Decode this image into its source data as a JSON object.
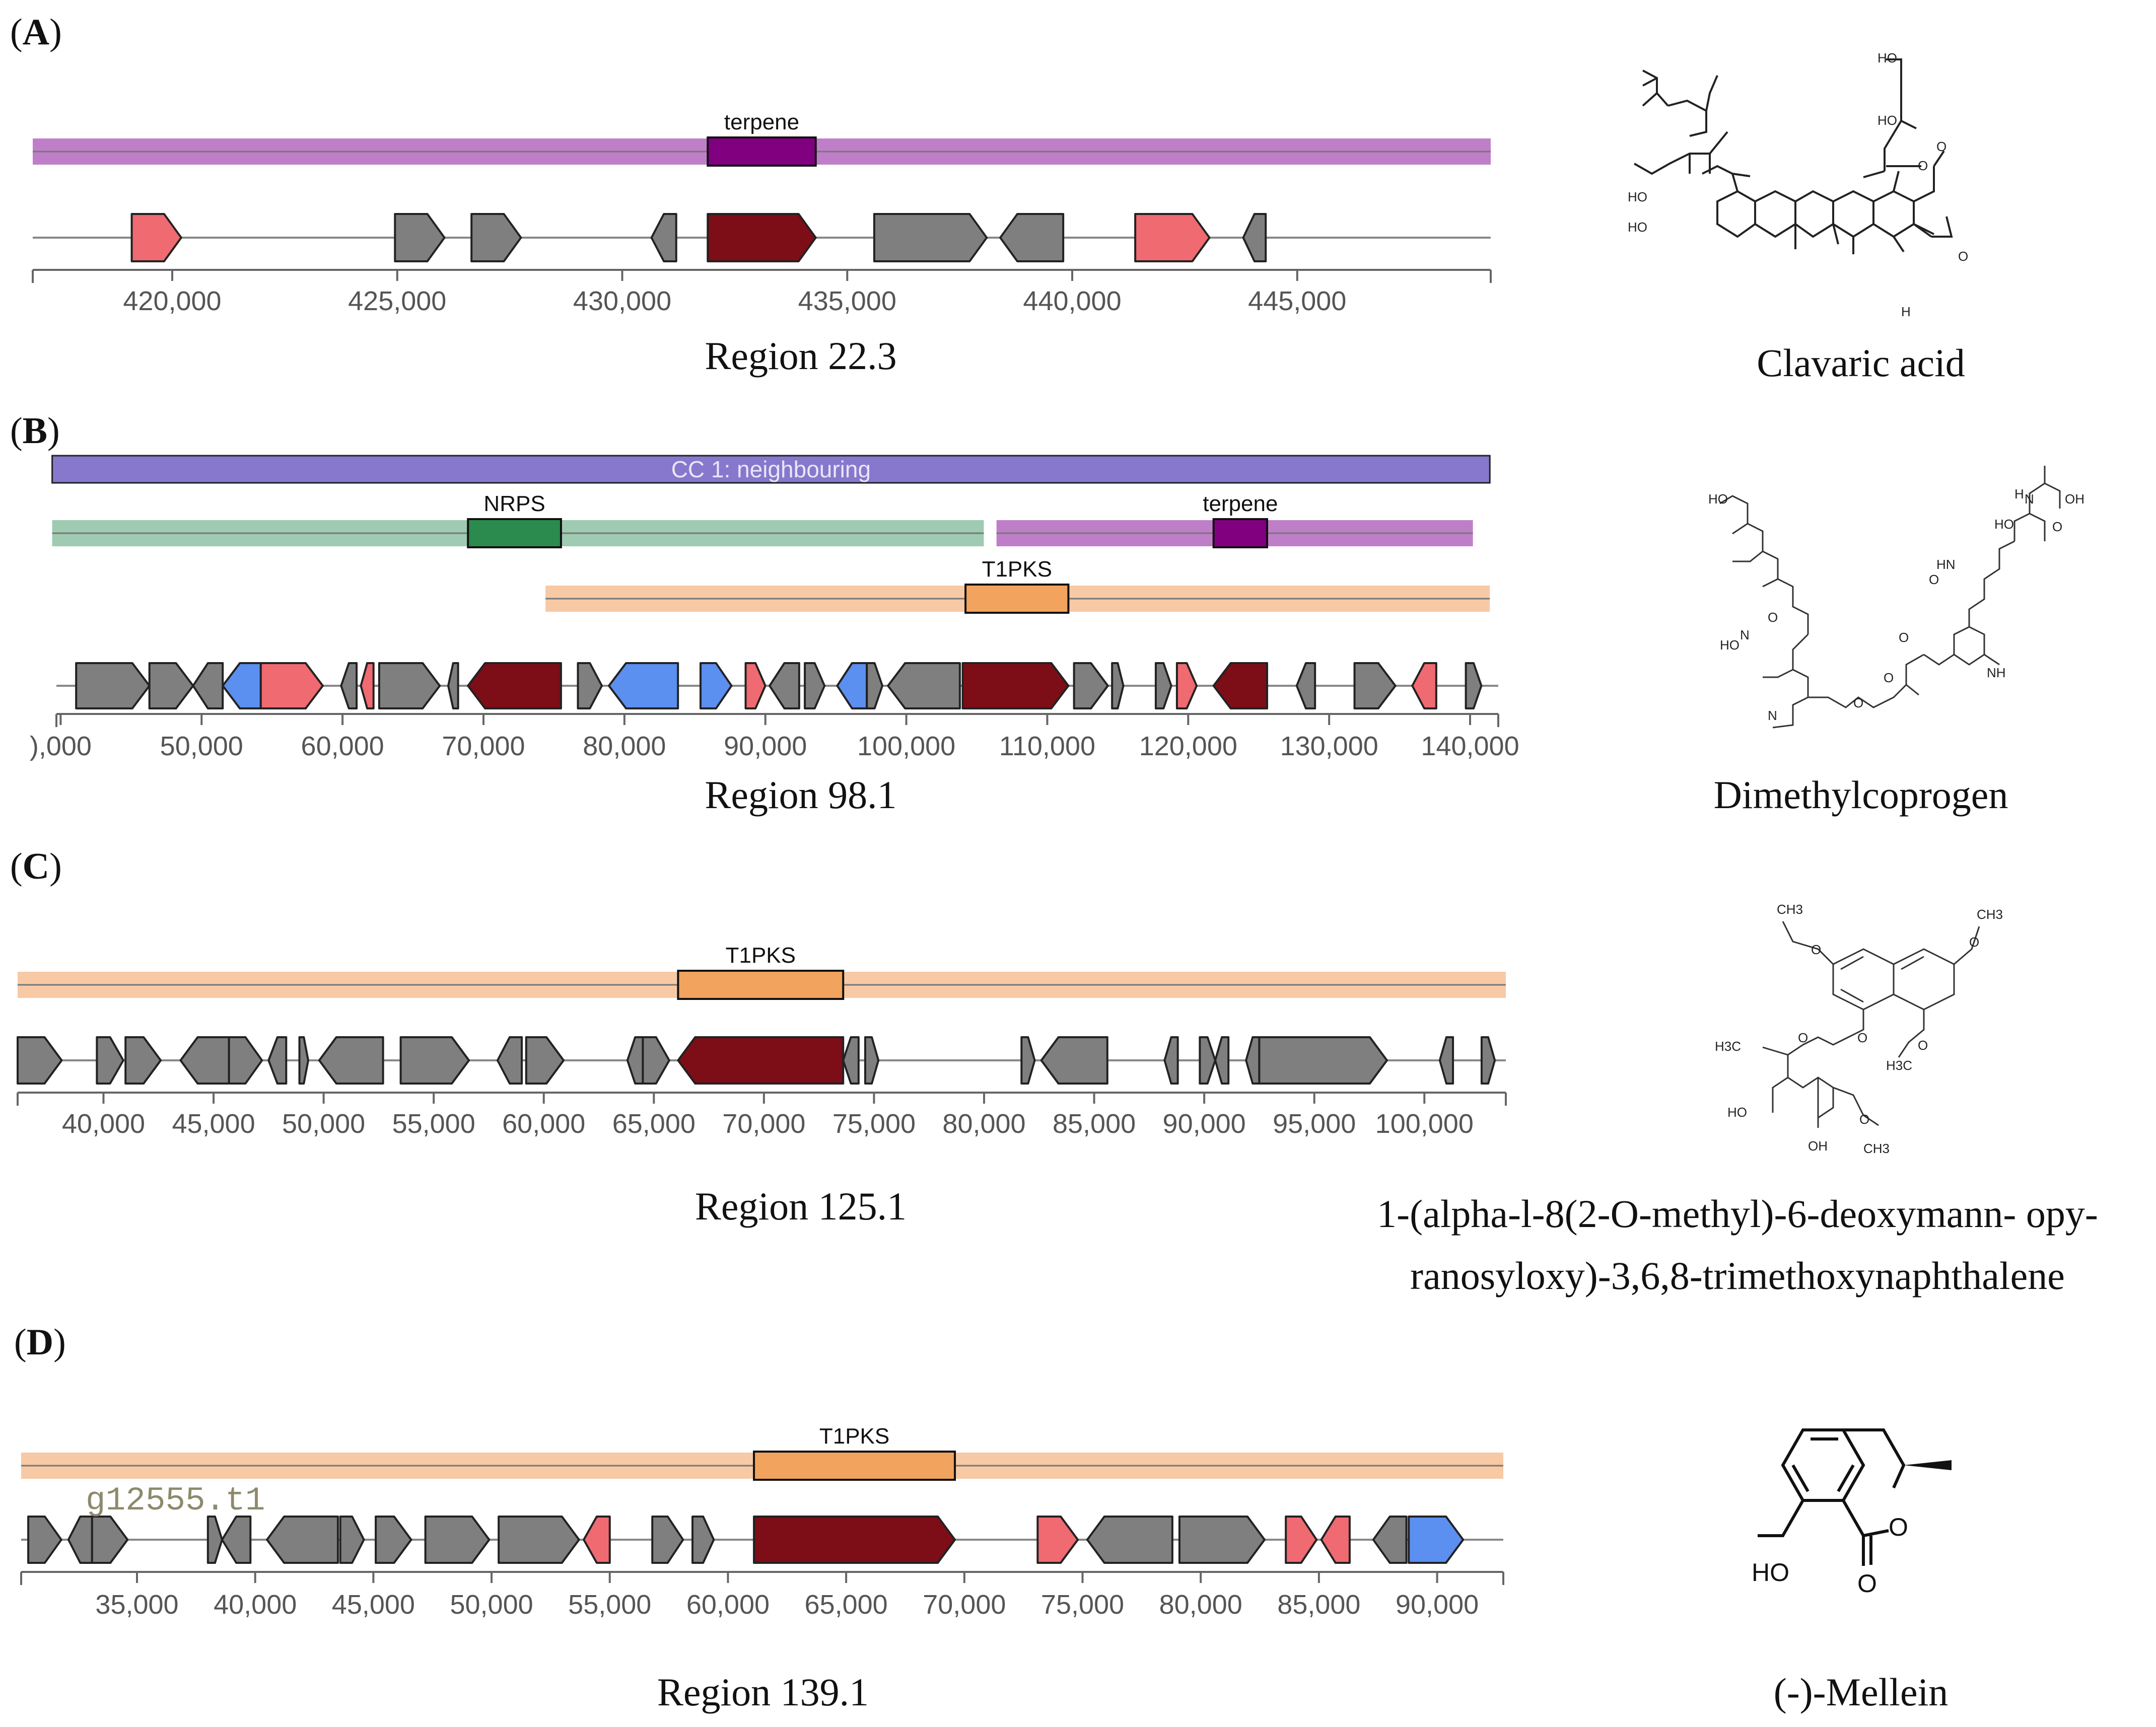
{
  "colors": {
    "core": "#7d0d17",
    "additional": "#f06a71",
    "transport": "#5b8ff0",
    "other": "#7f7f7f",
    "terpene_band": "#bf7fc8",
    "terpene_box": "#800080",
    "nrps_band": "#9ecbb1",
    "nrps_box": "#2b8a4e",
    "t1pks_band": "#f7c9a5",
    "t1pks_box": "#f2a35e",
    "cc_band": "#8778cd"
  },
  "panels": [
    {
      "id": "A",
      "label_open": "(",
      "letter": "A",
      "label_close": ")",
      "region_label": "Region 22.3",
      "compound_name": "Clavaric acid",
      "axis": {
        "domain": [
          416900,
          449300
        ],
        "ticks": [
          420000,
          425000,
          430000,
          435000,
          440000,
          445000
        ],
        "tick_labels": [
          "420,000",
          "425,000",
          "430,000",
          "435,000",
          "440,000",
          "445,000"
        ]
      },
      "protoclusters": [
        {
          "type": "terpene",
          "label": "terpene",
          "start": 416900,
          "end": 449300,
          "core_start": 431900,
          "core_end": 434300
        }
      ],
      "genes": [
        {
          "start": 419100,
          "end": 420200,
          "strand": 1,
          "kind": "additional"
        },
        {
          "start": 424950,
          "end": 426050,
          "strand": 1,
          "kind": "other"
        },
        {
          "start": 426650,
          "end": 427750,
          "strand": 1,
          "kind": "other"
        },
        {
          "start": 430650,
          "end": 431200,
          "strand": -1,
          "kind": "other"
        },
        {
          "start": 431900,
          "end": 434300,
          "strand": 1,
          "kind": "core"
        },
        {
          "start": 435600,
          "end": 438100,
          "strand": 1,
          "kind": "other"
        },
        {
          "start": 438400,
          "end": 439800,
          "strand": -1,
          "kind": "other"
        },
        {
          "start": 441400,
          "end": 443050,
          "strand": 1,
          "kind": "additional"
        },
        {
          "start": 443800,
          "end": 444300,
          "strand": -1,
          "kind": "other"
        }
      ]
    },
    {
      "id": "B",
      "label_open": "(",
      "letter": "B",
      "label_close": ")",
      "region_label": "Region 98.1",
      "compound_name": "Dimethylcoprogen",
      "axis": {
        "domain": [
          39700,
          142000
        ],
        "ticks": [
          40000,
          50000,
          60000,
          70000,
          80000,
          90000,
          100000,
          110000,
          120000,
          130000,
          140000
        ],
        "tick_labels": [
          "),000",
          "50,000",
          "60,000",
          "70,000",
          "80,000",
          "90,000",
          "100,000",
          "110,000",
          "120,000",
          "130,000",
          "140,000"
        ]
      },
      "candidate_cluster": {
        "label": "CC 1: neighbouring",
        "start": 39400,
        "end": 141400
      },
      "protoclusters": [
        {
          "type": "nrps",
          "label": "NRPS",
          "start": 39400,
          "end": 105500,
          "core_start": 68900,
          "core_end": 75500
        },
        {
          "type": "terpene",
          "label": "terpene",
          "start": 106400,
          "end": 140200,
          "core_start": 121800,
          "core_end": 125600
        },
        {
          "type": "t1pks",
          "label": "T1PKS",
          "start": 74400,
          "end": 141400,
          "core_start": 104200,
          "core_end": 111500
        }
      ],
      "genes": [
        {
          "start": 41100,
          "end": 46300,
          "strand": 1,
          "kind": "other"
        },
        {
          "start": 46300,
          "end": 49400,
          "strand": 1,
          "kind": "other"
        },
        {
          "start": 49400,
          "end": 51500,
          "strand": -1,
          "kind": "other"
        },
        {
          "start": 51500,
          "end": 54200,
          "strand": -1,
          "kind": "transport"
        },
        {
          "start": 54200,
          "end": 58600,
          "strand": 1,
          "kind": "additional"
        },
        {
          "start": 59900,
          "end": 61000,
          "strand": -1,
          "kind": "other"
        },
        {
          "start": 61300,
          "end": 62200,
          "strand": -1,
          "kind": "additional"
        },
        {
          "start": 62600,
          "end": 66900,
          "strand": 1,
          "kind": "other"
        },
        {
          "start": 67500,
          "end": 68200,
          "strand": -1,
          "kind": "other"
        },
        {
          "start": 68900,
          "end": 75500,
          "strand": -1,
          "kind": "core"
        },
        {
          "start": 76700,
          "end": 78400,
          "strand": 1,
          "kind": "other"
        },
        {
          "start": 78900,
          "end": 83800,
          "strand": -1,
          "kind": "transport"
        },
        {
          "start": 85400,
          "end": 87600,
          "strand": 1,
          "kind": "transport"
        },
        {
          "start": 88600,
          "end": 90000,
          "strand": 1,
          "kind": "additional"
        },
        {
          "start": 90300,
          "end": 92400,
          "strand": -1,
          "kind": "other"
        },
        {
          "start": 92800,
          "end": 94200,
          "strand": 1,
          "kind": "other"
        },
        {
          "start": 95100,
          "end": 97200,
          "strand": -1,
          "kind": "transport"
        },
        {
          "start": 97200,
          "end": 98300,
          "strand": 1,
          "kind": "other"
        },
        {
          "start": 98700,
          "end": 103800,
          "strand": -1,
          "kind": "other"
        },
        {
          "start": 104000,
          "end": 111500,
          "strand": 1,
          "kind": "core"
        },
        {
          "start": 111900,
          "end": 114300,
          "strand": 1,
          "kind": "other"
        },
        {
          "start": 114600,
          "end": 115400,
          "strand": 1,
          "kind": "other"
        },
        {
          "start": 117700,
          "end": 118800,
          "strand": 1,
          "kind": "other"
        },
        {
          "start": 119200,
          "end": 120600,
          "strand": 1,
          "kind": "additional"
        },
        {
          "start": 121800,
          "end": 125600,
          "strand": -1,
          "kind": "core"
        },
        {
          "start": 127700,
          "end": 129000,
          "strand": -1,
          "kind": "other"
        },
        {
          "start": 131800,
          "end": 134700,
          "strand": 1,
          "kind": "other"
        },
        {
          "start": 135900,
          "end": 137600,
          "strand": -1,
          "kind": "additional"
        },
        {
          "start": 139700,
          "end": 140800,
          "strand": 1,
          "kind": "other"
        }
      ]
    },
    {
      "id": "C",
      "label_open": "(",
      "letter": "C",
      "label_close": ")",
      "region_label": "Region 125.1",
      "compound_name_line1": "1-(alpha-l-8(2-O-methyl)-6-deoxymann- opy-",
      "compound_name_line2": "ranosyloxy)-3,6,8-trimethoxynaphthalene",
      "axis": {
        "domain": [
          36100,
          103700
        ],
        "ticks": [
          40000,
          45000,
          50000,
          55000,
          60000,
          65000,
          70000,
          75000,
          80000,
          85000,
          90000,
          95000,
          100000
        ],
        "tick_labels": [
          "40,000",
          "45,000",
          "50,000",
          "55,000",
          "60,000",
          "65,000",
          "70,000",
          "75,000",
          "80,000",
          "85,000",
          "90,000",
          "95,000",
          "100,000"
        ]
      },
      "protoclusters": [
        {
          "type": "t1pks",
          "label": "T1PKS",
          "start": 36100,
          "end": 103700,
          "core_start": 66100,
          "core_end": 73600
        }
      ],
      "genes": [
        {
          "start": 36100,
          "end": 38100,
          "strand": 1,
          "kind": "other"
        },
        {
          "start": 39700,
          "end": 40900,
          "strand": 1,
          "kind": "other"
        },
        {
          "start": 41000,
          "end": 42600,
          "strand": 1,
          "kind": "other"
        },
        {
          "start": 43500,
          "end": 45700,
          "strand": -1,
          "kind": "other"
        },
        {
          "start": 45700,
          "end": 47200,
          "strand": 1,
          "kind": "other"
        },
        {
          "start": 47500,
          "end": 48300,
          "strand": -1,
          "kind": "other"
        },
        {
          "start": 48900,
          "end": 49300,
          "strand": 1,
          "kind": "other"
        },
        {
          "start": 49800,
          "end": 52700,
          "strand": -1,
          "kind": "other"
        },
        {
          "start": 53500,
          "end": 56600,
          "strand": 1,
          "kind": "other"
        },
        {
          "start": 57900,
          "end": 59000,
          "strand": -1,
          "kind": "other"
        },
        {
          "start": 59200,
          "end": 60900,
          "strand": 1,
          "kind": "other"
        },
        {
          "start": 63800,
          "end": 64500,
          "strand": -1,
          "kind": "other"
        },
        {
          "start": 64500,
          "end": 65700,
          "strand": 1,
          "kind": "other"
        },
        {
          "start": 66100,
          "end": 73600,
          "strand": -1,
          "kind": "core"
        },
        {
          "start": 73600,
          "end": 74300,
          "strand": -1,
          "kind": "other"
        },
        {
          "start": 74600,
          "end": 75200,
          "strand": 1,
          "kind": "other"
        },
        {
          "start": 81700,
          "end": 82300,
          "strand": 1,
          "kind": "other"
        },
        {
          "start": 82600,
          "end": 85600,
          "strand": -1,
          "kind": "other"
        },
        {
          "start": 88200,
          "end": 88800,
          "strand": -1,
          "kind": "other"
        },
        {
          "start": 89800,
          "end": 90500,
          "strand": 1,
          "kind": "other"
        },
        {
          "start": 90500,
          "end": 91100,
          "strand": -1,
          "kind": "other"
        },
        {
          "start": 91900,
          "end": 92500,
          "strand": -1,
          "kind": "other"
        },
        {
          "start": 92500,
          "end": 98300,
          "strand": 1,
          "kind": "other"
        },
        {
          "start": 100700,
          "end": 101300,
          "strand": -1,
          "kind": "other"
        },
        {
          "start": 102600,
          "end": 103200,
          "strand": 1,
          "kind": "other"
        }
      ]
    },
    {
      "id": "D",
      "label_open": "(",
      "letter": "D",
      "label_close": ")",
      "region_label": "Region 139.1",
      "compound_name": "(-)-Mellein",
      "gene_name_label": "g12555.t1",
      "axis": {
        "domain": [
          30100,
          92800
        ],
        "ticks": [
          35000,
          40000,
          45000,
          50000,
          55000,
          60000,
          65000,
          70000,
          75000,
          80000,
          85000,
          90000
        ],
        "tick_labels": [
          "35,000",
          "40,000",
          "45,000",
          "50,000",
          "55,000",
          "60,000",
          "65,000",
          "70,000",
          "75,000",
          "80,000",
          "85,000",
          "90,000"
        ]
      },
      "protoclusters": [
        {
          "type": "t1pks",
          "label": "T1PKS",
          "start": 30100,
          "end": 92800,
          "core_start": 61100,
          "core_end": 69600
        }
      ],
      "genes": [
        {
          "start": 30400,
          "end": 31800,
          "strand": 1,
          "kind": "other"
        },
        {
          "start": 32100,
          "end": 33100,
          "strand": -1,
          "kind": "other"
        },
        {
          "start": 33100,
          "end": 34600,
          "strand": 1,
          "kind": "other"
        },
        {
          "start": 38000,
          "end": 38600,
          "strand": 1,
          "kind": "other"
        },
        {
          "start": 38600,
          "end": 39800,
          "strand": -1,
          "kind": "other"
        },
        {
          "start": 40500,
          "end": 43500,
          "strand": -1,
          "kind": "other"
        },
        {
          "start": 43600,
          "end": 44600,
          "strand": 1,
          "kind": "other"
        },
        {
          "start": 45100,
          "end": 46600,
          "strand": 1,
          "kind": "other"
        },
        {
          "start": 47200,
          "end": 49900,
          "strand": 1,
          "kind": "other"
        },
        {
          "start": 50300,
          "end": 53700,
          "strand": 1,
          "kind": "other"
        },
        {
          "start": 53900,
          "end": 55000,
          "strand": -1,
          "kind": "additional"
        },
        {
          "start": 56800,
          "end": 58100,
          "strand": 1,
          "kind": "other"
        },
        {
          "start": 58500,
          "end": 59400,
          "strand": 1,
          "kind": "other"
        },
        {
          "start": 61100,
          "end": 69600,
          "strand": 1,
          "kind": "core"
        },
        {
          "start": 73100,
          "end": 74800,
          "strand": 1,
          "kind": "additional"
        },
        {
          "start": 75200,
          "end": 78800,
          "strand": -1,
          "kind": "other"
        },
        {
          "start": 79100,
          "end": 82700,
          "strand": 1,
          "kind": "other"
        },
        {
          "start": 83600,
          "end": 84900,
          "strand": 1,
          "kind": "additional"
        },
        {
          "start": 85100,
          "end": 86300,
          "strand": -1,
          "kind": "additional"
        },
        {
          "start": 87300,
          "end": 88700,
          "strand": -1,
          "kind": "other"
        },
        {
          "start": 88800,
          "end": 91100,
          "strand": 1,
          "kind": "transport"
        }
      ]
    }
  ],
  "chem": {
    "clavaric": {
      "ho1": "HO",
      "ho2": "HO",
      "ho3": "HO",
      "ho4": "HO",
      "o1": "O",
      "o2": "O",
      "o3": "O",
      "h": "H"
    },
    "coprogen": {
      "ho1": "HO",
      "ho2": "HO",
      "ho3": "HO",
      "oh1": "OH",
      "o1": "O",
      "o2": "O",
      "o3": "O",
      "o4": "O",
      "o5": "O",
      "o6": "O",
      "n1": "N",
      "n2": "N",
      "n3": "N",
      "nh": "NH",
      "hn": "HN",
      "h1": "H"
    },
    "naphthalene": {
      "ch3_1": "CH3",
      "ch3_2": "CH3",
      "ch3_3": "H3C",
      "ch3_4": "H3C",
      "ch3_5": "CH3",
      "o1": "O",
      "o2": "O",
      "o3": "O",
      "o4": "O",
      "o5": "O",
      "o6": "O",
      "ho": "HO",
      "oh": "OH"
    },
    "mellein": {
      "ho": "HO",
      "o1": "O",
      "o2": "O"
    }
  }
}
